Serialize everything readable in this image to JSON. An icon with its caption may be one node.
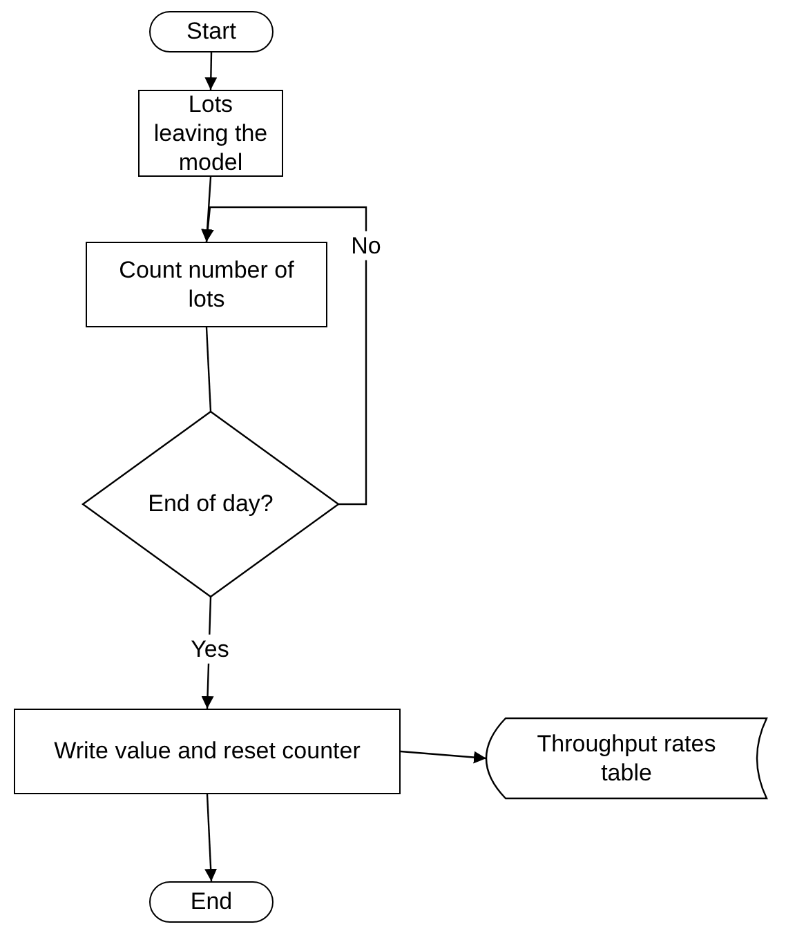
{
  "diagram": {
    "nodes": [
      {
        "text": [
          "Start"
        ]
      },
      {
        "text": [
          "Lots leaving the model"
        ]
      },
      {
        "text": [
          "Count number of lots"
        ]
      },
      {
        "text": [
          "End of day?"
        ]
      },
      {
        "text": [
          "Write value and reset counter"
        ]
      },
      {
        "text": [
          "Throughput rates table"
        ]
      },
      {
        "text": [
          "End"
        ]
      }
    ],
    "edges": [
      {
        "from": 0,
        "to": 1,
        "arrow": "to"
      },
      {
        "from": 1,
        "to": 2,
        "arrow": "to"
      },
      {
        "from": 2,
        "to": 3,
        "arrow": "none"
      },
      {
        "from": 3,
        "to": 2,
        "arrow": "to",
        "label": "No"
      },
      {
        "from": 3,
        "to": 4,
        "arrow": "to",
        "label": "Yes"
      },
      {
        "from": 4,
        "to": 6,
        "arrow": "to"
      },
      {
        "from": 4,
        "to": 5,
        "arrow": "to"
      }
    ]
  }
}
